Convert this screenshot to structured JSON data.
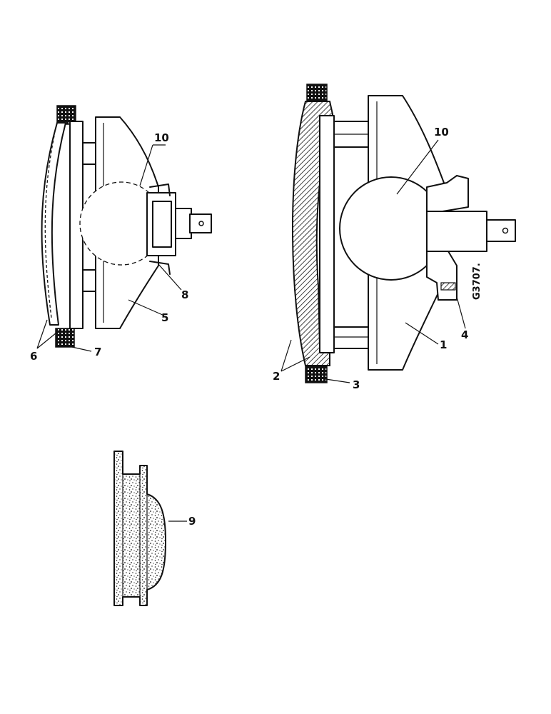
{
  "callouts": {
    "c1": "1",
    "c2": "2",
    "c3": "3",
    "c4": "4",
    "c5": "5",
    "c6": "6",
    "c7": "7",
    "c8": "8",
    "c9": "9",
    "c10a": "10",
    "c10b": "10"
  },
  "drawing_code": "G3707."
}
